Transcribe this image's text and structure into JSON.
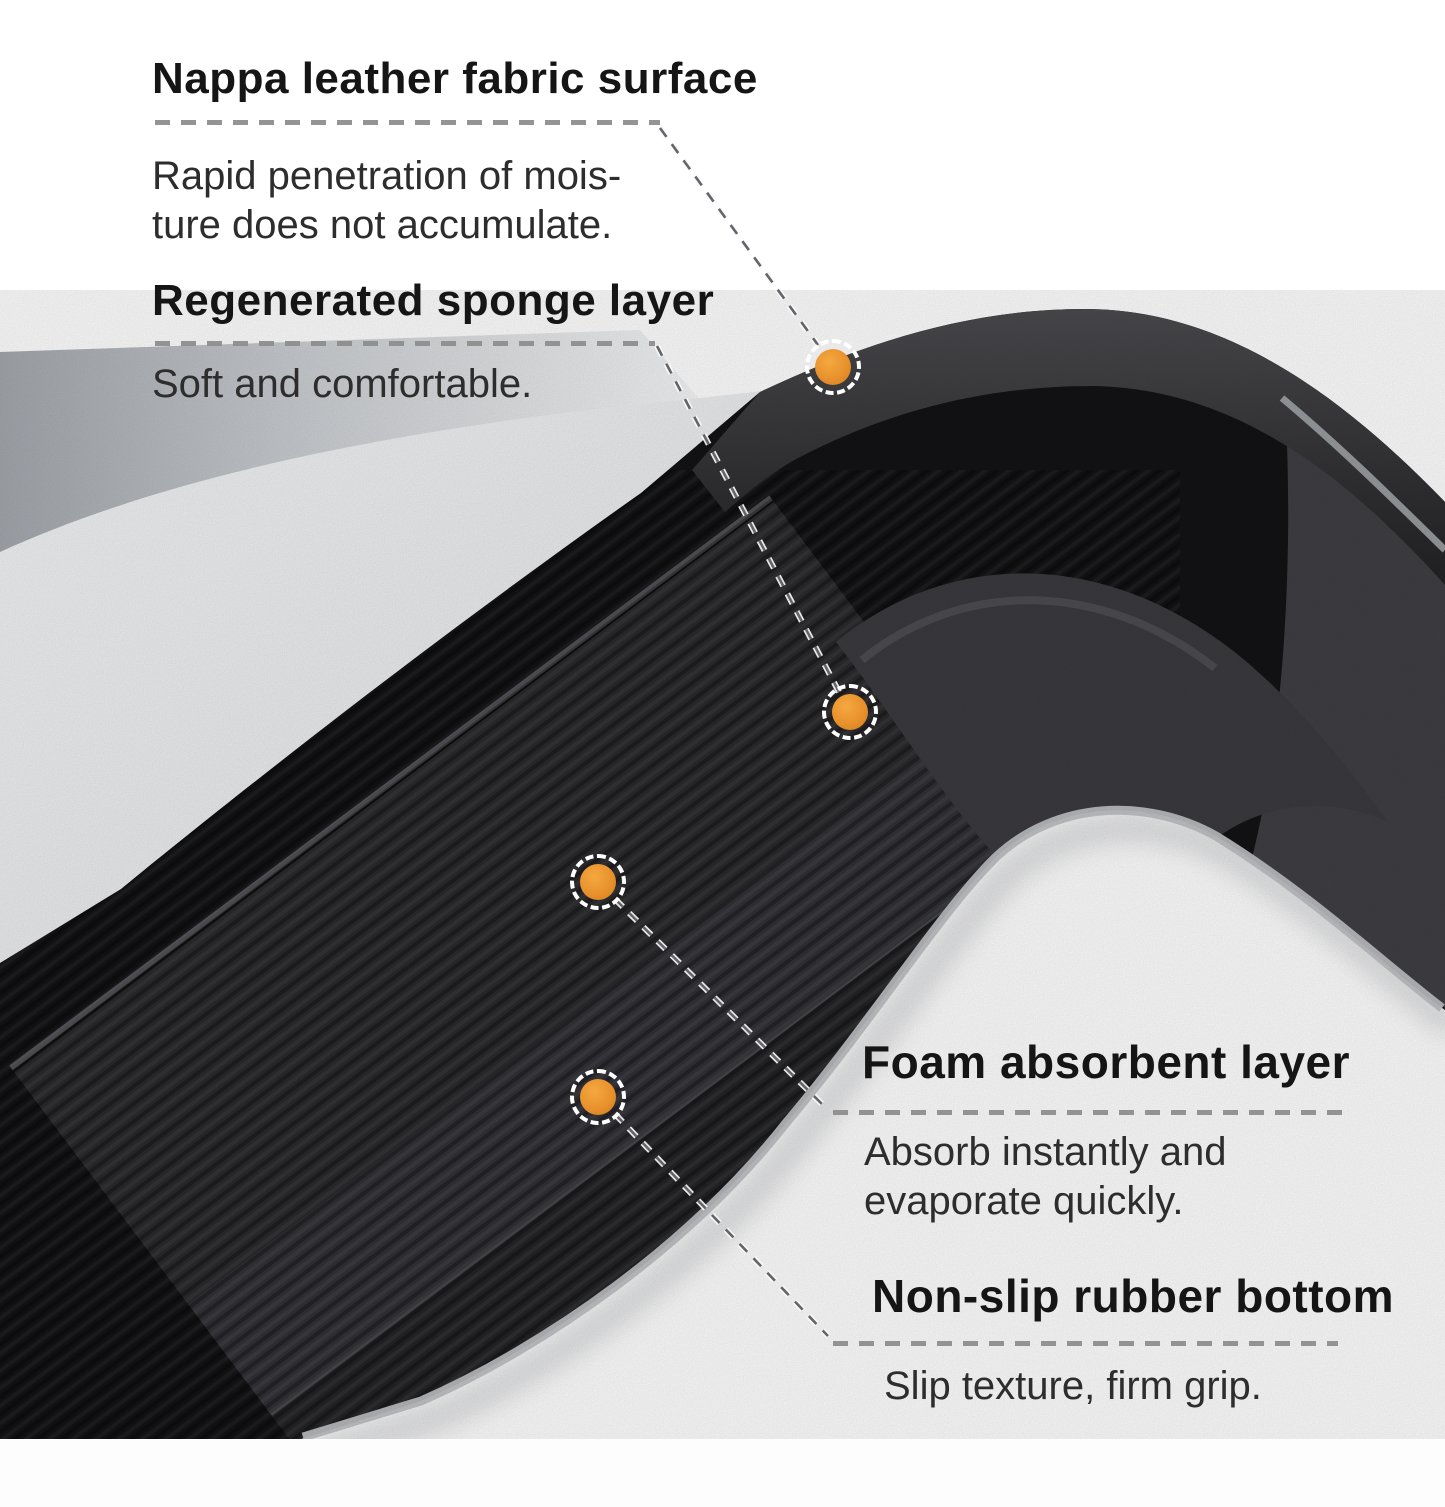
{
  "accent_color": "#E8912D",
  "marker_ring_color": "#FFFFFF",
  "callouts": [
    {
      "name": "nappa-leather-fabric-surface",
      "title": "Nappa leather fabric surface",
      "description_lines": [
        "Rapid penetration of mois-",
        "ture does not accumulate."
      ]
    },
    {
      "name": "regenerated-sponge-layer",
      "title": "Regenerated sponge layer",
      "description_lines": [
        "Soft and comfortable."
      ]
    },
    {
      "name": "foam-absorbent-layer",
      "title": "Foam absorbent layer",
      "description_lines": [
        "Absorb instantly and",
        "evaporate quickly."
      ]
    },
    {
      "name": "non-slip-rubber-bottom",
      "title": "Non-slip rubber bottom",
      "description_lines": [
        "Slip texture, firm grip."
      ]
    }
  ]
}
